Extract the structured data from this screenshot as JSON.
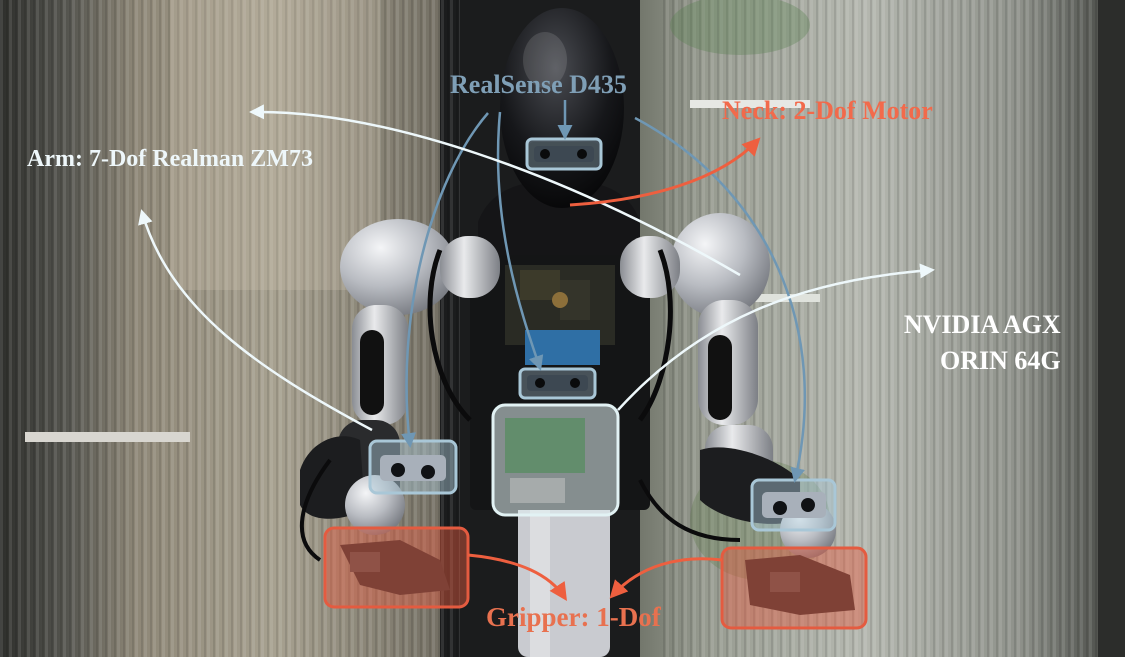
{
  "labels": {
    "camera": "RealSense D435",
    "neck": "Neck: 2-Dof Motor",
    "arm": "Arm: 7-Dof Realman ZM73",
    "compute_line1": "NVIDIA AGX",
    "compute_line2": "ORIN 64G",
    "gripper": "Gripper: 1-Dof"
  },
  "colors": {
    "camera_label": "#7f9fb6",
    "neck_label": "#f26a4b",
    "arm_label": "#eef7fa",
    "compute_label": "#ffffff",
    "gripper_label": "#e8714f",
    "camera_box": "#a9c7d7",
    "compute_box": "#e2f2f4",
    "gripper_box": "#e45b40",
    "white_arrow": "#eef8fb",
    "blue_arrow": "#6f97b4",
    "orange_arrow": "#ee5f3f"
  },
  "icons": {
    "robot": "humanoid-robot-photo"
  }
}
